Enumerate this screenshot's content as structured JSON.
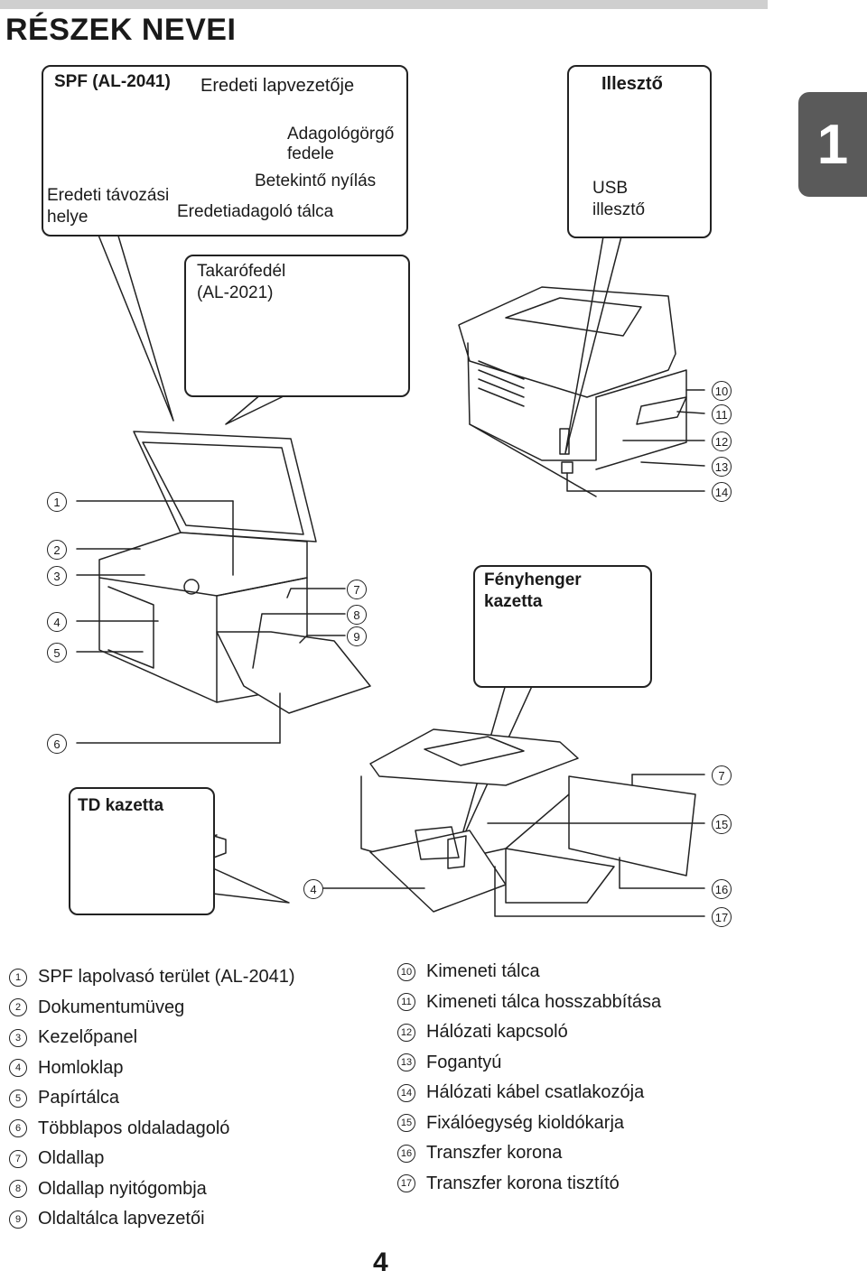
{
  "page": {
    "title": "RÉSZEK NEVEI",
    "chapter": "1",
    "page_number": "4"
  },
  "spf_box": {
    "model": "SPF (AL-2041)",
    "original_guide": "Eredeti lapvezetője",
    "feed_roller_cover": [
      "Adagológörgő",
      "fedele"
    ],
    "inspection_slot": "Betekintő nyílás",
    "original_tray": "Eredetiadagoló tálca",
    "exit_area": [
      "Eredeti távozási",
      "helye"
    ]
  },
  "interface_box": {
    "title": "Illesztő",
    "usb": [
      "USB",
      "illesztő"
    ]
  },
  "cover_box": {
    "title": [
      "Takarófedél",
      "(AL-2021)"
    ]
  },
  "drum_box": {
    "title": [
      "Fényhenger",
      "kazetta"
    ]
  },
  "td_box": {
    "title": "TD kazetta"
  },
  "callouts": {
    "c1": "1",
    "c2": "2",
    "c3": "3",
    "c4": "4",
    "c5": "5",
    "c6": "6",
    "c7": "7",
    "c8": "8",
    "c9": "9",
    "c10": "10",
    "c11": "11",
    "c12": "12",
    "c13": "13",
    "c14": "14",
    "c15": "15",
    "c16": "16",
    "c17": "17"
  },
  "legend_left": [
    {
      "num": "1",
      "text": "SPF lapolvasó terület (AL-2041)"
    },
    {
      "num": "2",
      "text": "Dokumentumüveg"
    },
    {
      "num": "3",
      "text": "Kezelőpanel"
    },
    {
      "num": "4",
      "text": "Homloklap"
    },
    {
      "num": "5",
      "text": "Papírtálca"
    },
    {
      "num": "6",
      "text": "Többlapos oldaladagoló"
    },
    {
      "num": "7",
      "text": "Oldallap"
    },
    {
      "num": "8",
      "text": "Oldallap nyitógombja"
    },
    {
      "num": "9",
      "text": "Oldaltálca lapvezetői"
    }
  ],
  "legend_right": [
    {
      "num": "10",
      "text": "Kimeneti tálca"
    },
    {
      "num": "11",
      "text": "Kimeneti tálca hosszabbítása"
    },
    {
      "num": "12",
      "text": "Hálózati kapcsoló"
    },
    {
      "num": "13",
      "text": "Fogantyú"
    },
    {
      "num": "14",
      "text": "Hálózati kábel csatlakozója"
    },
    {
      "num": "15",
      "text": "Fixálóegység kioldókarja"
    },
    {
      "num": "16",
      "text": "Transzfer korona"
    },
    {
      "num": "17",
      "text": "Transzfer korona tisztító"
    }
  ]
}
